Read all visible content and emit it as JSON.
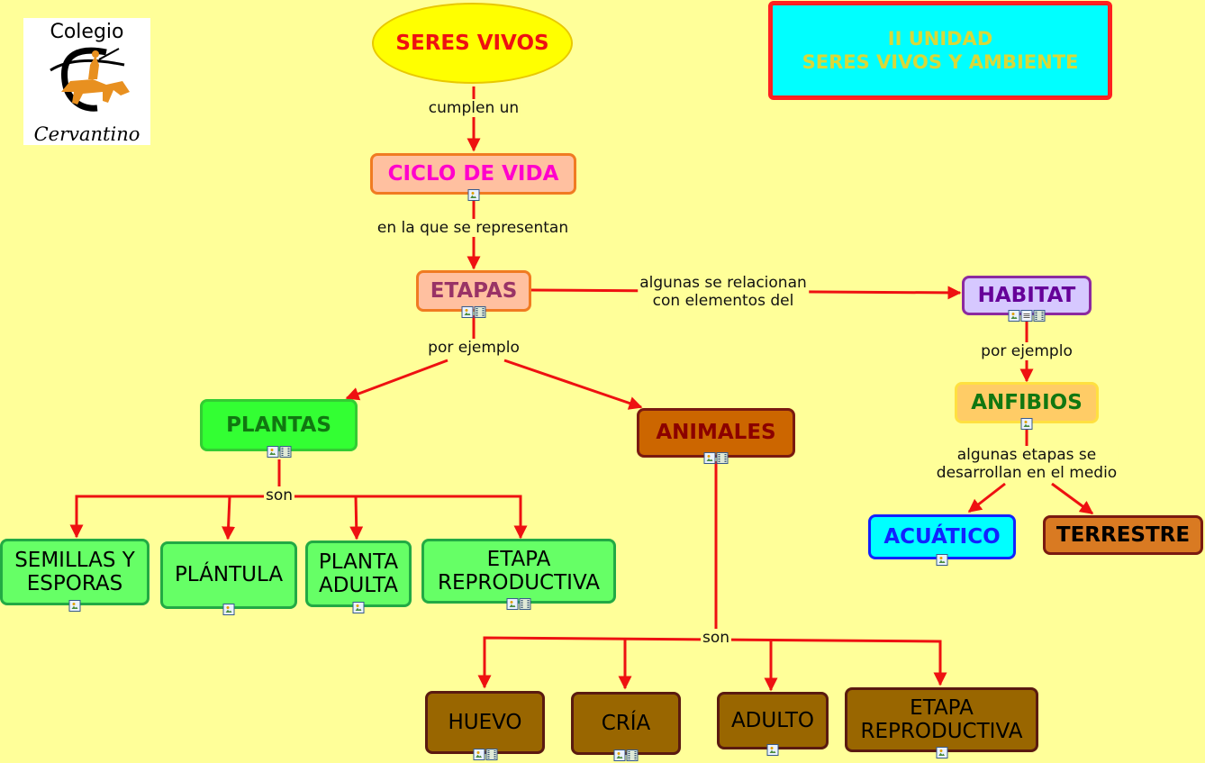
{
  "logo": {
    "top_text": "Colegio",
    "bottom_text": "Cervantino"
  },
  "title": {
    "line1": "II UNIDAD",
    "line2": "SERES VIVOS Y AMBIENTE"
  },
  "nodes": {
    "seres_vivos": "SERES VIVOS",
    "ciclo_de_vida": "CICLO DE VIDA",
    "etapas": "ETAPAS",
    "habitat": "HABITAT",
    "anfibios": "ANFIBIOS",
    "acuatico": "ACUÁTICO",
    "terrestre": "TERRESTRE",
    "plantas": "PLANTAS",
    "animales": "ANIMALES",
    "semillas": "SEMILLAS Y ESPORAS",
    "plantula": "PLÁNTULA",
    "planta_adulta": "PLANTA ADULTA",
    "etapa_repro_plantas": "ETAPA REPRODUCTIVA",
    "huevo": "HUEVO",
    "cria": "CRÍA",
    "adulto": "ADULTO",
    "etapa_repro_animales": "ETAPA REPRODUCTIVA"
  },
  "connectors": {
    "cumplen_un": "cumplen un",
    "en_la_que": "en la que se representan",
    "algunas_se_relacionan_1": "algunas se relacionan",
    "algunas_se_relacionan_2": "con elementos del",
    "por_ejemplo_etapas": "por ejemplo",
    "por_ejemplo_habitat": "por ejemplo",
    "algunas_etapas_1": "algunas etapas se",
    "algunas_etapas_2": "desarrollan en el medio",
    "son_plantas": "son",
    "son_animales": "son"
  },
  "resource_icons": {
    "ciclo_de_vida": [
      "image-icon"
    ],
    "etapas": [
      "image-icon",
      "film-icon"
    ],
    "habitat": [
      "image-icon",
      "document-icon",
      "film-icon"
    ],
    "anfibios": [
      "image-icon"
    ],
    "acuatico": [
      "image-icon"
    ],
    "plantas": [
      "image-icon",
      "film-icon"
    ],
    "animales": [
      "image-icon",
      "film-icon"
    ],
    "semillas": [
      "image-icon"
    ],
    "plantula": [
      "image-icon"
    ],
    "planta_adulta": [
      "image-icon"
    ],
    "etapa_repro_plantas": [
      "image-icon",
      "film-icon"
    ],
    "huevo": [
      "image-icon",
      "film-icon"
    ],
    "cria": [
      "image-icon",
      "film-icon"
    ],
    "adulto": [
      "image-icon"
    ],
    "etapa_repro_animales": [
      "image-icon"
    ]
  },
  "colors": {
    "background": "#ffff99",
    "link": "#ee1111",
    "seres_vivos_fill": "#ffff00",
    "seres_vivos_text": "#ee1111",
    "ciclo_fill": "#ffc0a0",
    "ciclo_text": "#ff00cc",
    "etapas_text": "#993366",
    "habitat_fill": "#d6c8ff",
    "habitat_text": "#660099",
    "anfibios_fill": "#ffcc66",
    "anfibios_text": "#117711",
    "acuatico_fill": "#00ffff",
    "acuatico_text": "#1122ff",
    "terrestre_fill": "#d97a22",
    "plantas_fill": "#33ff33",
    "plantas_text": "#117711",
    "animales_fill": "#cc6600",
    "animales_text": "#8b0000",
    "leaf_plant_fill": "#66ff66",
    "leaf_animal_fill": "#996600",
    "title_fill": "#00ffff",
    "title_border": "#ff2020",
    "title_text": "#d8d838"
  }
}
